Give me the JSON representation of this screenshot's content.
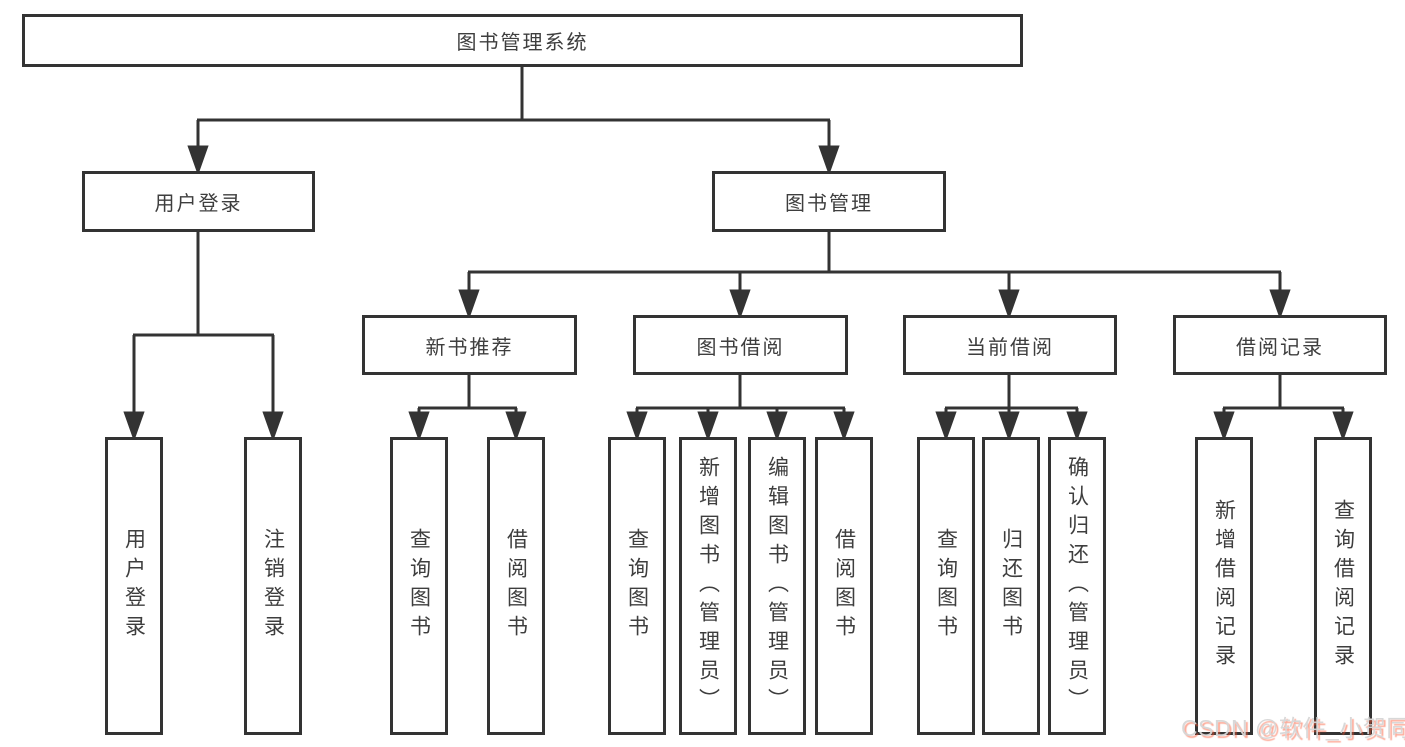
{
  "tree": {
    "root": {
      "label": "图书管理系统",
      "children": [
        {
          "label": "用户登录",
          "children": [
            {
              "label": "用户登录"
            },
            {
              "label": "注销登录"
            }
          ]
        },
        {
          "label": "图书管理",
          "children": [
            {
              "label": "新书推荐",
              "children": [
                {
                  "label": "查询图书"
                },
                {
                  "label": "借阅图书"
                }
              ]
            },
            {
              "label": "图书借阅",
              "children": [
                {
                  "label": "查询图书"
                },
                {
                  "label": "新增图书（管理员）"
                },
                {
                  "label": "编辑图书（管理员）"
                },
                {
                  "label": "借阅图书"
                }
              ]
            },
            {
              "label": "当前借阅",
              "children": [
                {
                  "label": "查询图书"
                },
                {
                  "label": "归还图书"
                },
                {
                  "label": "确认归还（管理员）"
                }
              ]
            },
            {
              "label": "借阅记录",
              "children": [
                {
                  "label": "新增借阅记录"
                },
                {
                  "label": "查询借阅记录"
                }
              ]
            }
          ]
        }
      ]
    }
  },
  "watermark": {
    "text": "CSDN @软件_小贺同学"
  },
  "colors": {
    "line": "#333333",
    "text": "#3e3e3e",
    "watermark_gray": "#d6d6d6",
    "watermark_red": "#fc5531"
  }
}
